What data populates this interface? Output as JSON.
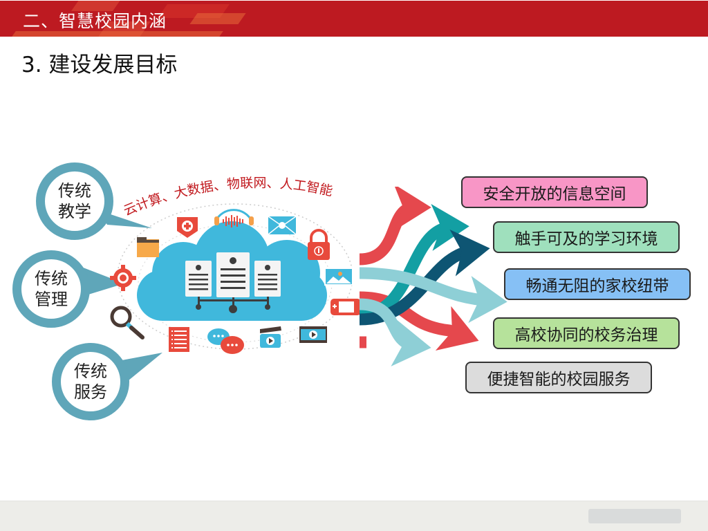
{
  "header": {
    "section_title": "二、智慧校园内涵",
    "bar_color": "#bd1a21"
  },
  "page": {
    "title": "3. 建设发展目标"
  },
  "diagram": {
    "traditional_bubbles": [
      {
        "line1": "传统",
        "line2": "教学"
      },
      {
        "line1": "传统",
        "line2": "管理"
      },
      {
        "line1": "传统",
        "line2": "服务"
      }
    ],
    "technologies_label": "云计算、大数据、物联网、人工智能",
    "cloud_icons": [
      "shield-plus-icon",
      "headphones-icon",
      "mail-icon",
      "folder-icon",
      "lock-icon",
      "gear-icon",
      "image-icon",
      "magnifier-icon",
      "gamepad-icon",
      "document-list-icon",
      "chat-icon",
      "clapper-icon",
      "film-icon",
      "server-icon"
    ],
    "arrow_colors": [
      "#e5484d",
      "#139fa3",
      "#0e5573",
      "#8ecfd6"
    ],
    "goals": [
      {
        "label": "安全开放的信息空间",
        "color": "#f896c6"
      },
      {
        "label": "触手可及的学习环境",
        "color": "#9fe0bd"
      },
      {
        "label": "畅通无阻的家校纽带",
        "color": "#86c0f5"
      },
      {
        "label": "高校协同的校务治理",
        "color": "#b6e29b"
      },
      {
        "label": "便捷智能的校园服务",
        "color": "#dcdcdc"
      }
    ]
  }
}
